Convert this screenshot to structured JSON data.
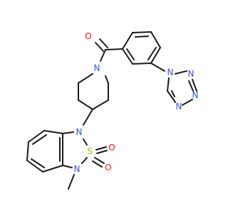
{
  "molecule": {
    "colors": {
      "carbon_bond": "#1a1a1a",
      "nitrogen": "#3050f8",
      "oxygen": "#ff0d0d",
      "sulfur": "#c8a800",
      "background": "#ffffff"
    },
    "labels": {
      "carbonyl_oxygen": "O",
      "amide_nitrogen": "N",
      "ring_nitrogen_top": "N",
      "ring_nitrogen_bottom": "N",
      "sulfur": "S",
      "sulfonyl_oxygen_1": "O",
      "sulfonyl_oxygen_2": "O",
      "tetrazole_n1": "N",
      "tetrazole_n2": "N",
      "tetrazole_n3": "N",
      "tetrazole_n4": "N"
    }
  }
}
